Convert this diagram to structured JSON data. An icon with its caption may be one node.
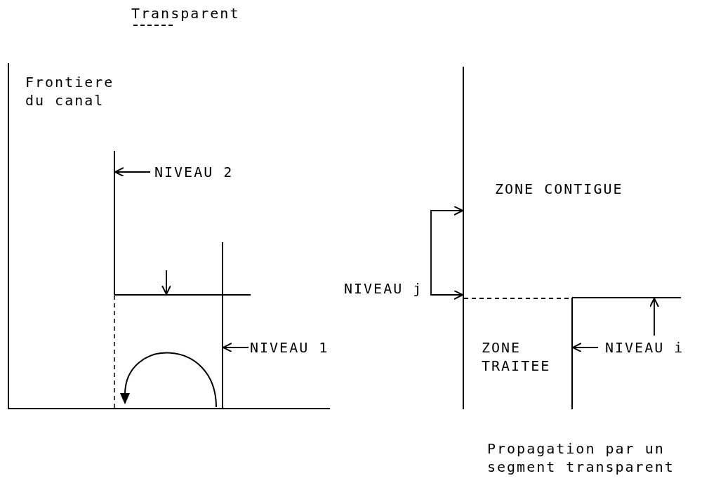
{
  "diagram": {
    "nodes": [
      {
        "text": [
          "NIVEAU 2"
        ]
      },
      {
        "text": [],
        "shape": "line"
      },
      {
        "text": [],
        "shape": "line"
      },
      {
        "text": [
          "NIVEAU 1"
        ]
      },
      {
        "text": [],
        "shape": "line"
      },
      {
        "text": [
          "NIVEAU j"
        ]
      },
      {
        "text": [],
        "shape": "line"
      },
      {
        "text": [
          "NIVEAU i"
        ]
      },
      {
        "text": [],
        "shape": "line"
      },
      {
        "text": [],
        "shape": "line"
      }
    ],
    "edges": [
      {
        "from": 0,
        "to": 1,
        "arrow": "to"
      },
      {
        "from": null,
        "to": 2,
        "arrow": "to"
      },
      {
        "from": 3,
        "to": 4,
        "arrow": "to"
      },
      {
        "from": 5,
        "to": 6,
        "arrow": "to"
      },
      {
        "from": 5,
        "to": 6,
        "arrow": "to"
      },
      {
        "from": 7,
        "to": 8,
        "arrow": "to"
      },
      {
        "from": 7,
        "to": 9,
        "arrow": "to"
      },
      {
        "from": 6,
        "to": 9,
        "arrow": "none",
        "style": "dashed"
      }
    ],
    "labels": [
      "Frontiere du canal",
      "ZONE CONTIGUE",
      "ZONE TRAITEE",
      "Propagation par un segment transparent"
    ],
    "legend": [
      {
        "text": "Transparent"
      }
    ]
  }
}
